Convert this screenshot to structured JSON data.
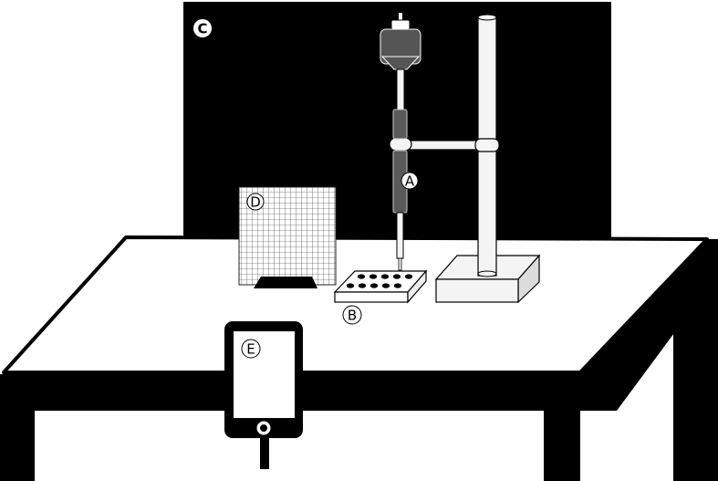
{
  "labels": {
    "syringe": "A",
    "well_plate": "B",
    "backdrop": "C",
    "grid_board": "D",
    "tablet": "E"
  },
  "colors": {
    "ink": "#000000",
    "paper": "#ffffff",
    "syringe_body": "#5a5a5a",
    "syringe_weight": "#555555",
    "stand": "#f4f4f4"
  }
}
